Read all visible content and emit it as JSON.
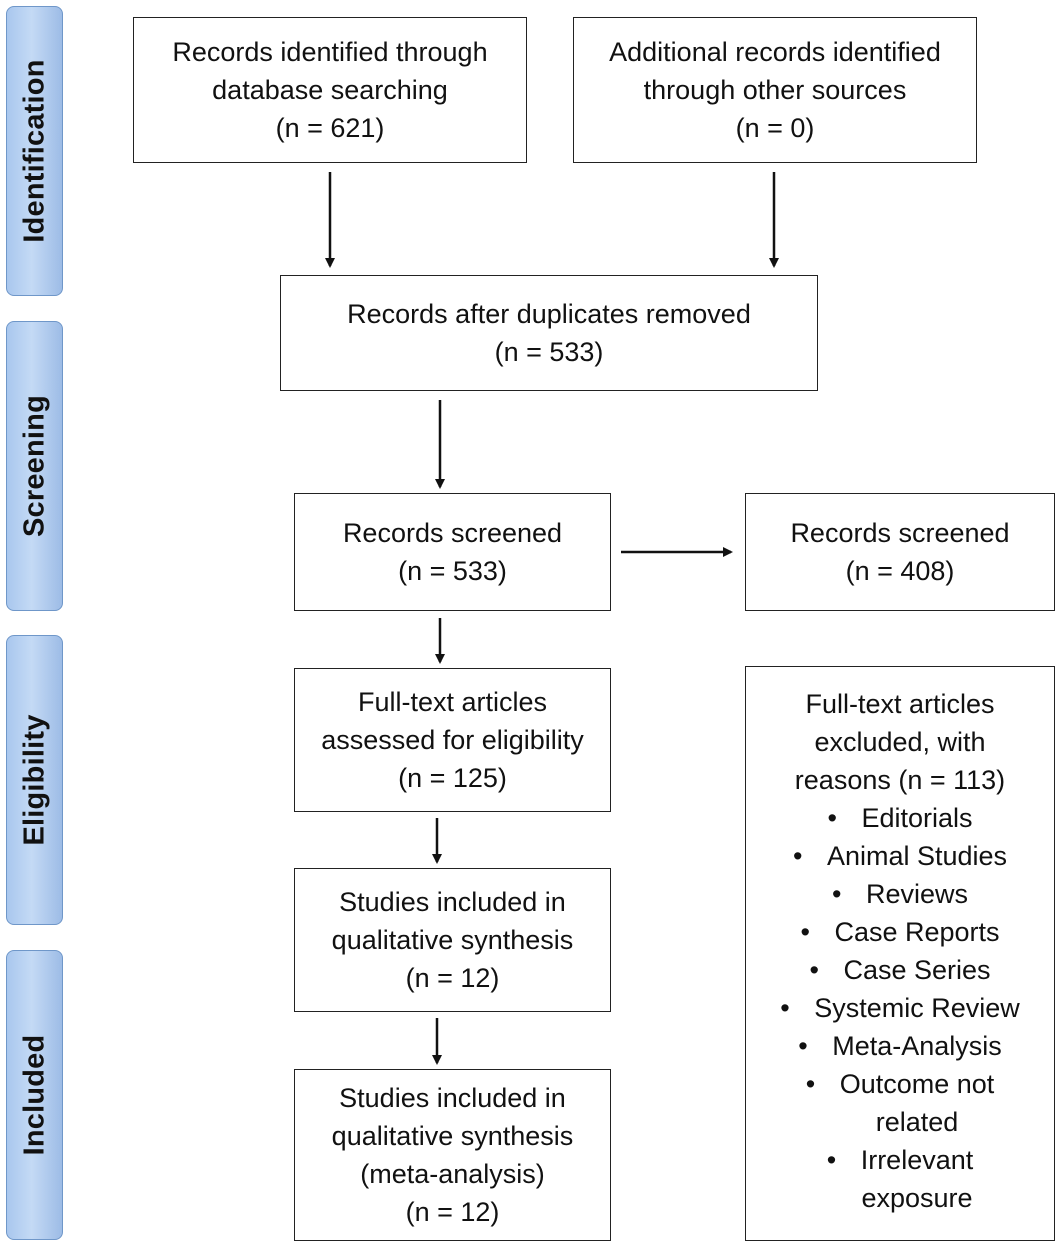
{
  "phases": {
    "identification": "Identification",
    "screening": "Screening",
    "eligibility": "Eligibility",
    "included": "Included"
  },
  "boxes": {
    "database_search": {
      "lines": [
        "Records identified through",
        "database searching",
        "(n = 621)"
      ],
      "count": 621
    },
    "other_sources": {
      "lines": [
        "Additional records identified",
        "through other sources",
        "(n = 0)"
      ],
      "count": 0
    },
    "after_duplicates": {
      "lines": [
        "Records after duplicates removed",
        "(n = 533)"
      ],
      "count": 533
    },
    "screened": {
      "lines": [
        "Records screened",
        "(n = 533)"
      ],
      "count": 533
    },
    "screened_excluded": {
      "lines": [
        "Records screened",
        "(n = 408)"
      ],
      "count": 408
    },
    "fulltext_assessed": {
      "lines": [
        "Full-text articles",
        "assessed for eligibility",
        "(n = 125)"
      ],
      "count": 125
    },
    "fulltext_excluded": {
      "lines": [
        "Full-text articles",
        "excluded, with",
        "reasons (n = 113)"
      ],
      "count": 113,
      "bullet_glyph": "•",
      "reasons": [
        [
          "Editorials"
        ],
        [
          "Animal Studies"
        ],
        [
          "Reviews"
        ],
        [
          "Case Reports"
        ],
        [
          "Case Series"
        ],
        [
          "Systemic Review"
        ],
        [
          "Meta-Analysis"
        ],
        [
          "Outcome not",
          "related"
        ],
        [
          "Irrelevant",
          "exposure"
        ]
      ]
    },
    "qualitative": {
      "lines": [
        "Studies included in",
        "qualitative synthesis",
        "(n = 12)"
      ],
      "count": 12
    },
    "quantitative": {
      "lines": [
        "Studies included in",
        "qualitative synthesis",
        "(meta-analysis)",
        "(n = 12)"
      ],
      "count": 12
    }
  },
  "colors": {
    "phase_fill": "#b3cff2",
    "phase_border": "#6f97c9",
    "box_border": "#222222",
    "arrow": "#111111"
  }
}
